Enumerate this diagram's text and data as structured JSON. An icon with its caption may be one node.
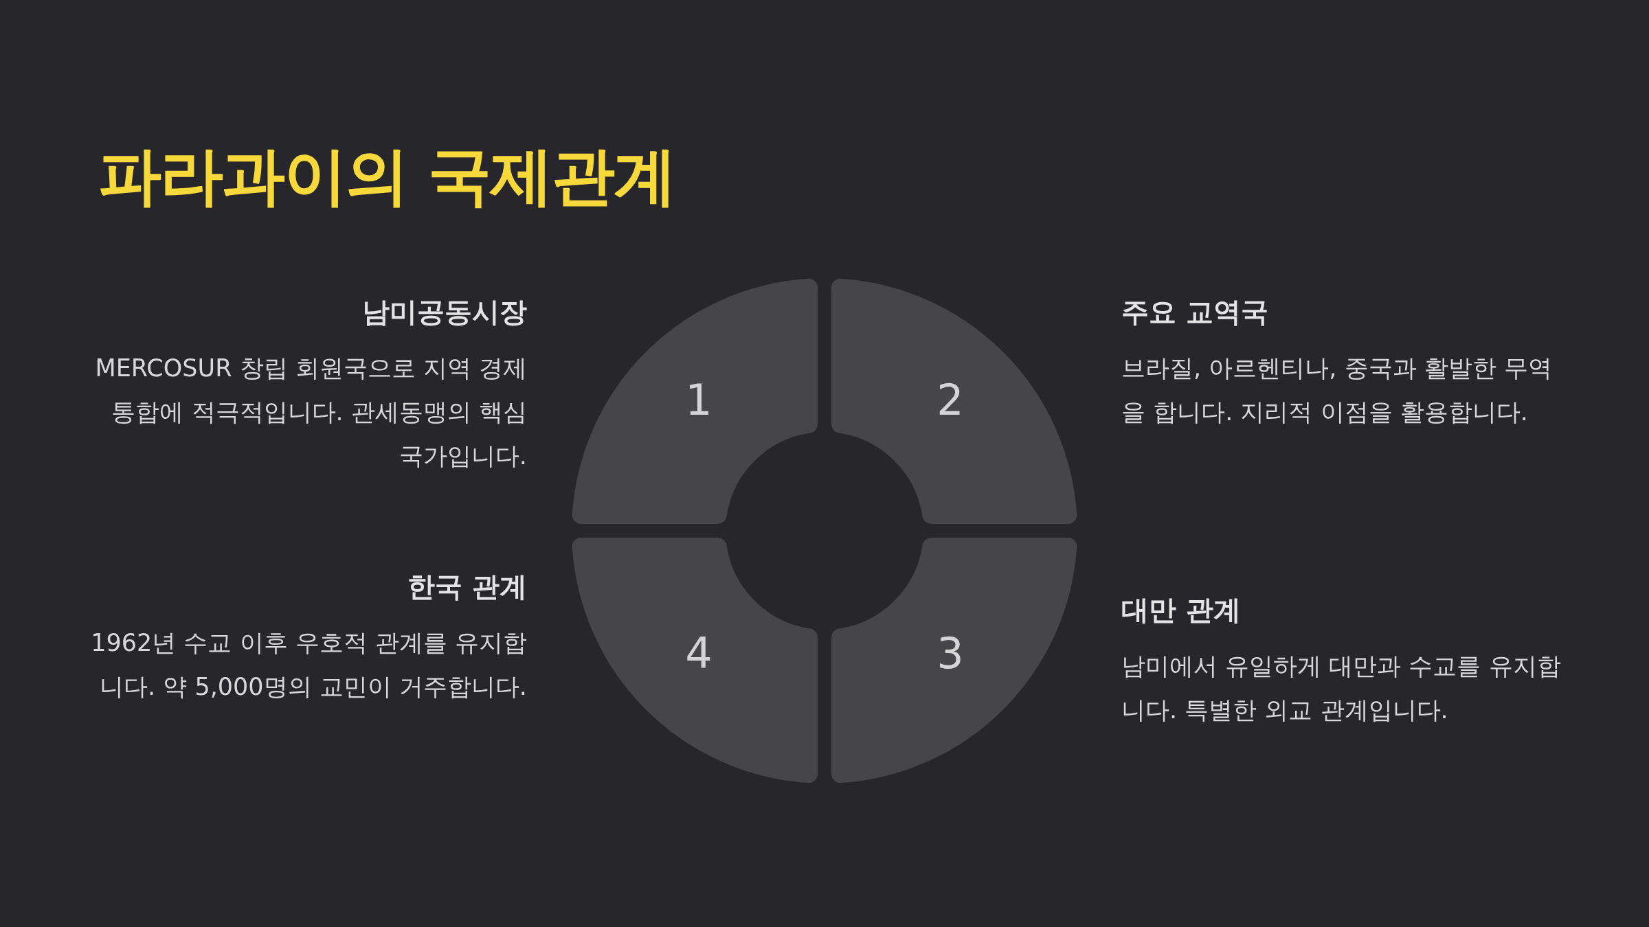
{
  "diagram": {
    "title": "파라과이의 국제관계",
    "nodes": [
      {
        "text": [
          "1"
        ],
        "beside": [
          "남미공동시장",
          "MERCOSUR 창립 회원국으로 지역 경제 통합에 적극적입니다. 관세동맹의 핵심 국가입니다."
        ]
      },
      {
        "text": [
          "2"
        ],
        "beside": [
          "주요 교역국",
          "브라질, 아르헨티나, 중국과 활발한 무역을 합니다. 지리적 이점을 활용합니다."
        ]
      },
      {
        "text": [
          "4"
        ],
        "beside": [
          "한국 관계",
          "1962년 수교 이후 우호적 관계를 유지합니다. 약 5,000명의 교민이 거주합니다."
        ]
      },
      {
        "text": [
          "3"
        ],
        "beside": [
          "대만 관계",
          "남미에서 유일하게 대만과 수교를 유지합니다. 특별한 외교 관계입니다."
        ]
      }
    ]
  }
}
